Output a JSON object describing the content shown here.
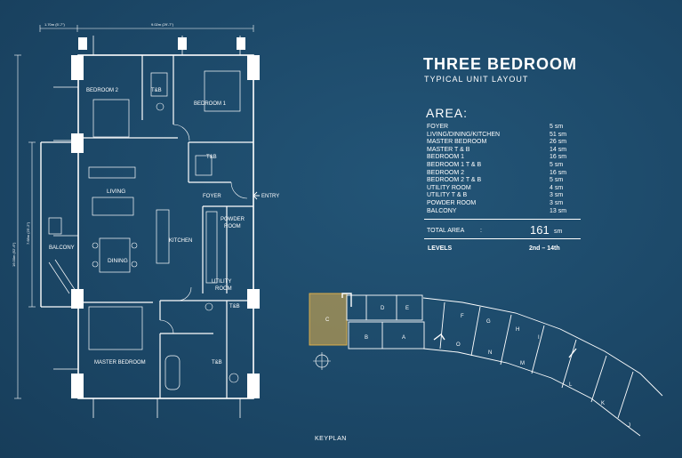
{
  "header": {
    "title": "THREE BEDROOM",
    "subtitle": "TYPICAL UNIT LAYOUT"
  },
  "area": {
    "heading": "AREA:",
    "rows": [
      {
        "label": "FOYER",
        "value": "5 sm"
      },
      {
        "label": "LIVING/DINING/KITCHEN",
        "value": "51 sm"
      },
      {
        "label": "MASTER BEDROOM",
        "value": "26 sm"
      },
      {
        "label": "MASTER T & B",
        "value": "14 sm"
      },
      {
        "label": "BEDROOM 1",
        "value": "16 sm"
      },
      {
        "label": "BEDROOM 1 T & B",
        "value": "5 sm"
      },
      {
        "label": "BEDROOM 2",
        "value": "16 sm"
      },
      {
        "label": "BEDROOM 2 T & B",
        "value": "5 sm"
      },
      {
        "label": "UTILITY ROOM",
        "value": "4 sm"
      },
      {
        "label": "UTILITY T & B",
        "value": "3 sm"
      },
      {
        "label": "POWDER ROOM",
        "value": "3 sm"
      },
      {
        "label": "BALCONY",
        "value": "13 sm"
      }
    ],
    "total_label": "TOTAL AREA",
    "total_colon": ":",
    "total_value": "161",
    "total_unit": "sm",
    "levels_label": "LEVELS",
    "levels_value": "2nd – 14th"
  },
  "floorplan": {
    "rooms": {
      "bedroom2": "BEDROOM 2",
      "tb_top": "T&B",
      "bedroom1": "BEDROOM 1",
      "tb_mid": "T&B",
      "foyer": "FOYER",
      "entry": "ENTRY",
      "living": "LIVING",
      "balcony": "BALCONY",
      "powder1": "POWDER",
      "powder2": "ROOM",
      "kitchen": "KITCHEN",
      "dining": "DINING",
      "utility1": "UTILITY",
      "utility2": "ROOM",
      "tb_util": "T&B",
      "master": "MASTER BEDROOM",
      "tb_master": "T&B"
    },
    "dims": {
      "top_left": "1.70m (5'-7\")",
      "top_right": "9.02m (29'-7\")",
      "left_outer": "16.00m (52'-6\")",
      "left_inner": "7.68m (25'-2\")"
    }
  },
  "keyplan": {
    "label": "KEYPLAN",
    "units": [
      "C",
      "D",
      "E",
      "B",
      "A",
      "F",
      "G",
      "H",
      "I",
      "O",
      "N",
      "M",
      "L",
      "K",
      "J"
    ]
  },
  "colors": {
    "background": "#1d4a6b",
    "highlight": "#e8b54a",
    "line": "#ffffff"
  }
}
